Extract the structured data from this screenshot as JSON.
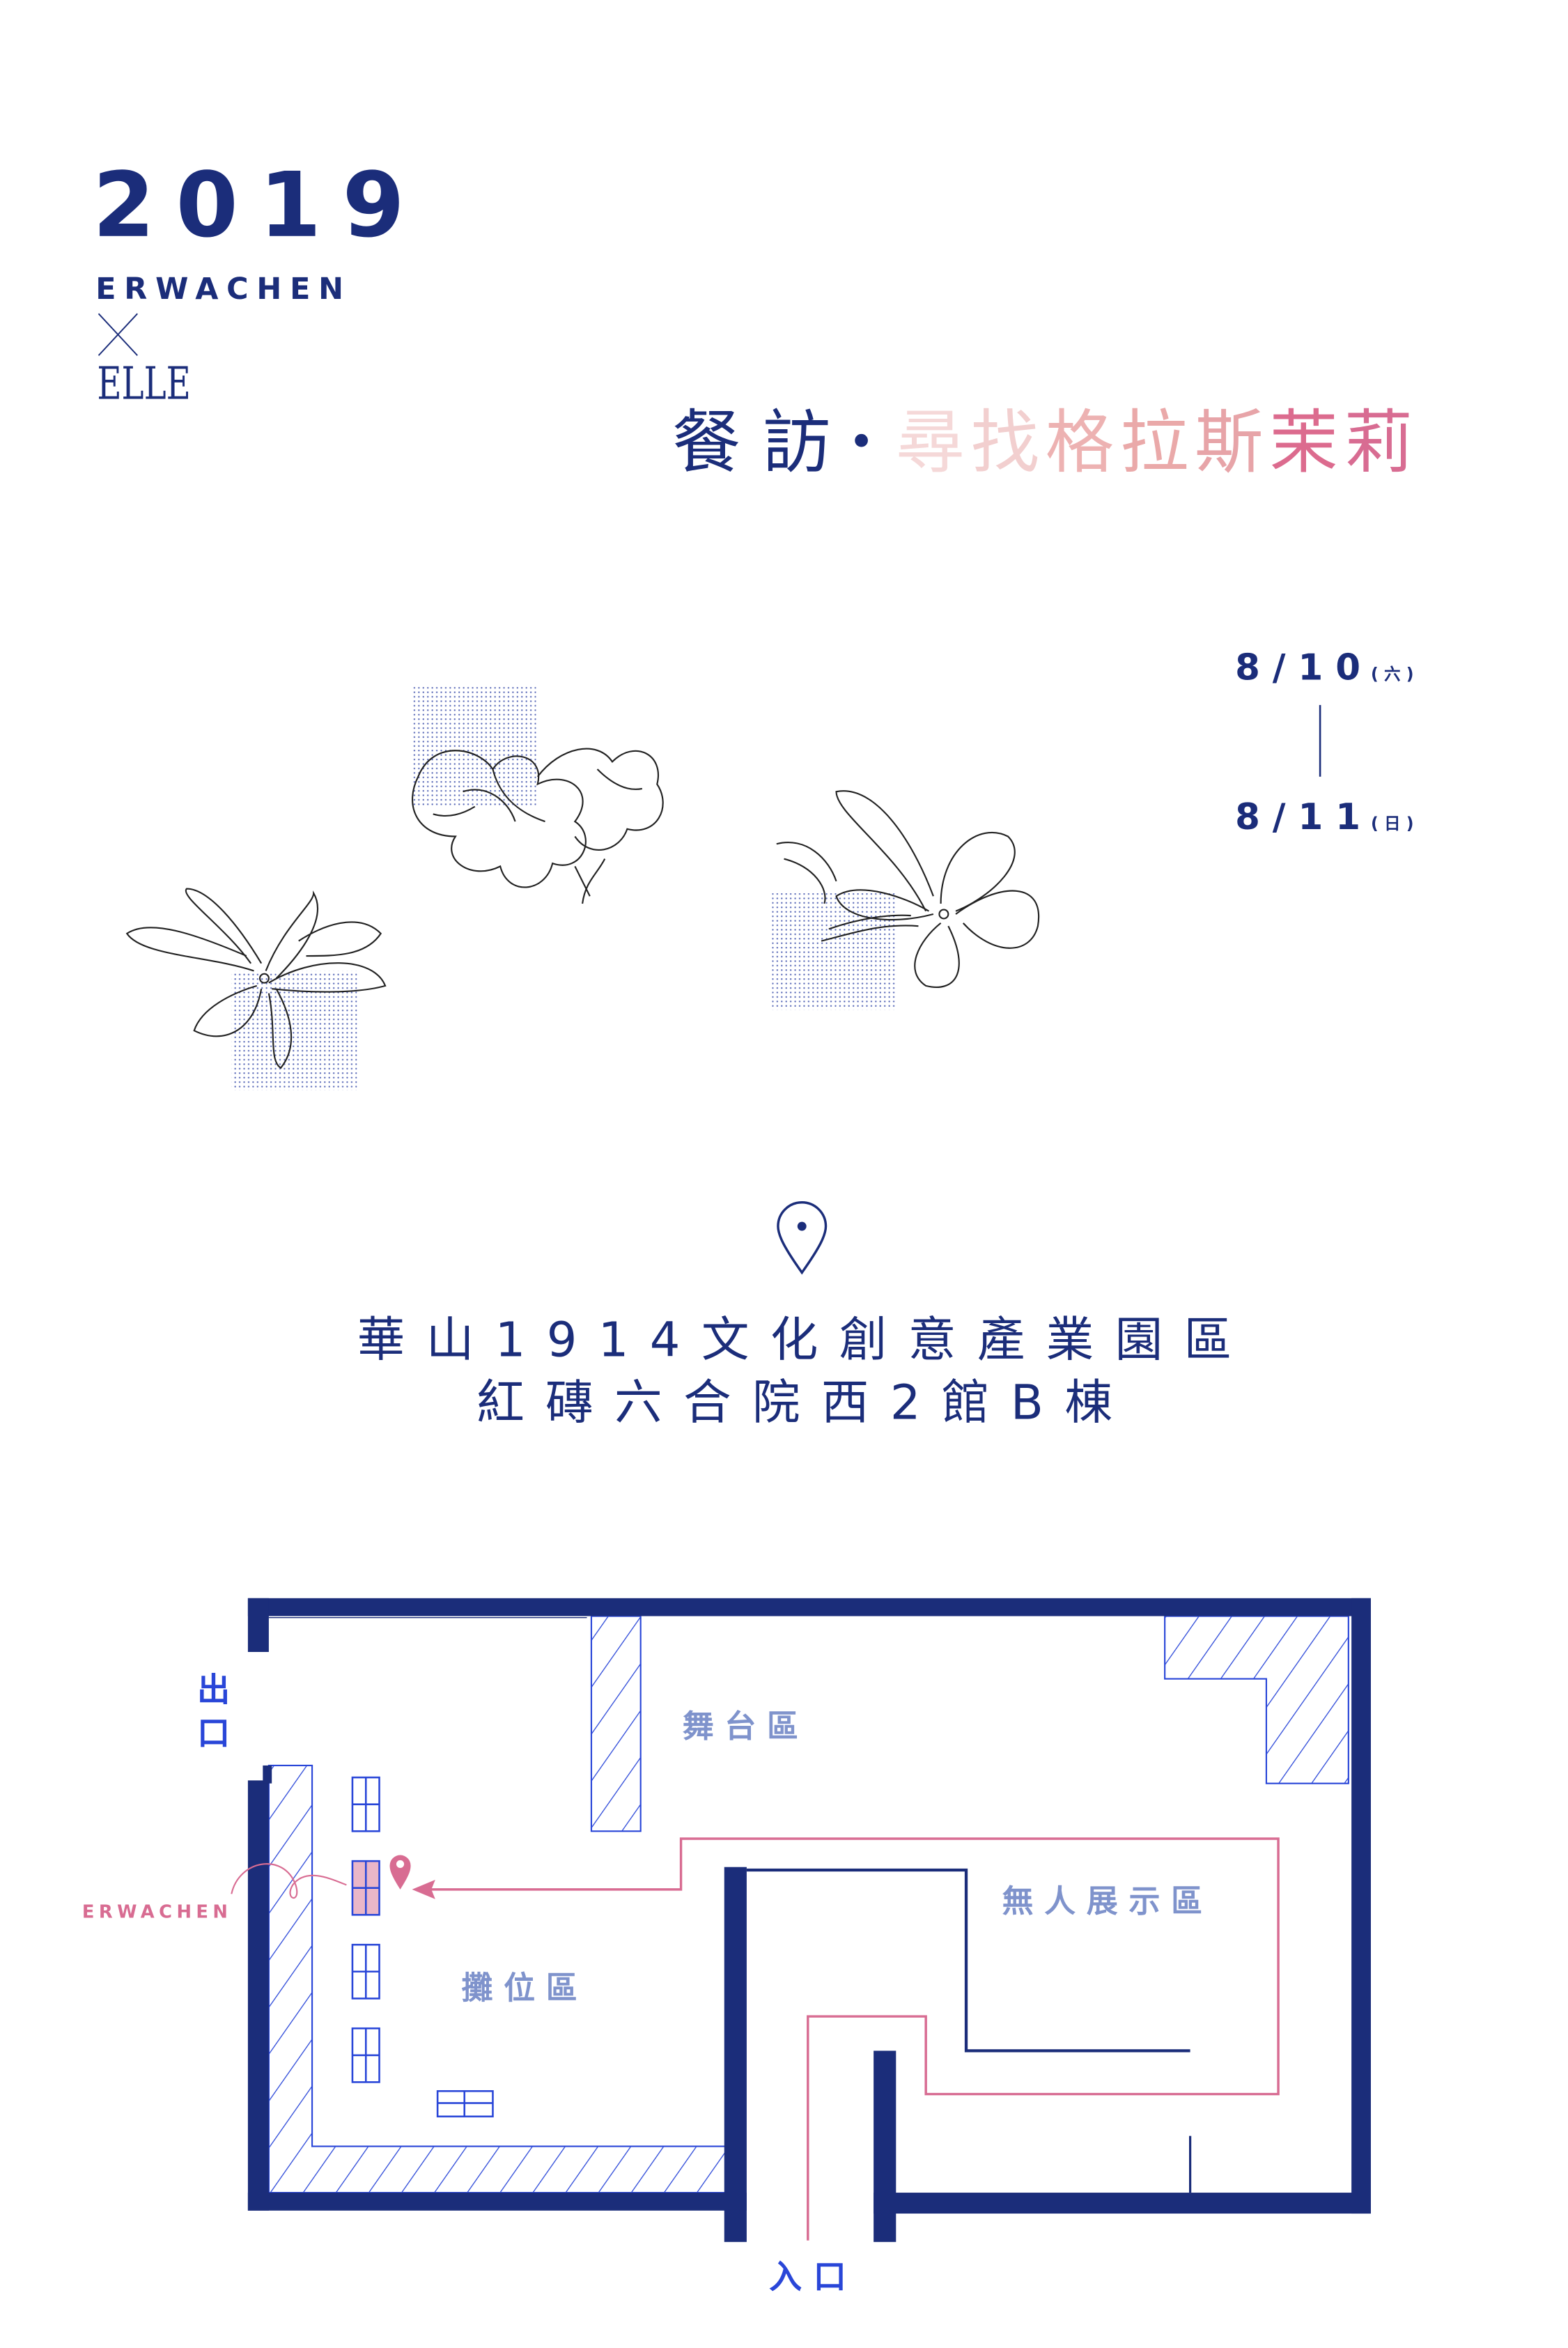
{
  "header": {
    "year": "2019",
    "brand": "ERWACHEN",
    "cross": "×",
    "partner": "ELLE"
  },
  "title": {
    "prefix": "餐 訪",
    "dot": "•",
    "chars": [
      {
        "text": "尋",
        "color": "#f5d8d8"
      },
      {
        "text": "找",
        "color": "#f2cfcf"
      },
      {
        "text": "格",
        "color": "#edb2b2"
      },
      {
        "text": "拉",
        "color": "#eaa9a9"
      },
      {
        "text": "斯",
        "color": "#e7a4a8"
      },
      {
        "text": "茉",
        "color": "#dc6b8e"
      },
      {
        "text": "莉",
        "color": "#d86c92"
      }
    ]
  },
  "dates": {
    "start": "8 / 1 0",
    "start_day": "( 六 )",
    "end": "8 / 1 1",
    "end_day": "( 日 )"
  },
  "location": {
    "line1": "華 山 1 9 1 4 文 化 創 意 產 業 園 區",
    "line2": "紅 磚 六 合 院 西 2 館 B 棟"
  },
  "floorplan": {
    "exit_char1": "出",
    "exit_char2": "口",
    "stage": "舞 台 區",
    "unmanned": "無 人 展 示 區",
    "booths": "攤 位 區",
    "entrance": "入 口",
    "booth_marker": "ERWACHEN"
  },
  "colors": {
    "navy": "#1b2d7a",
    "blue": "#2946d8",
    "label": "#7f93cc",
    "pink": "#d86c92",
    "pink_fill": "#eab6c8"
  }
}
